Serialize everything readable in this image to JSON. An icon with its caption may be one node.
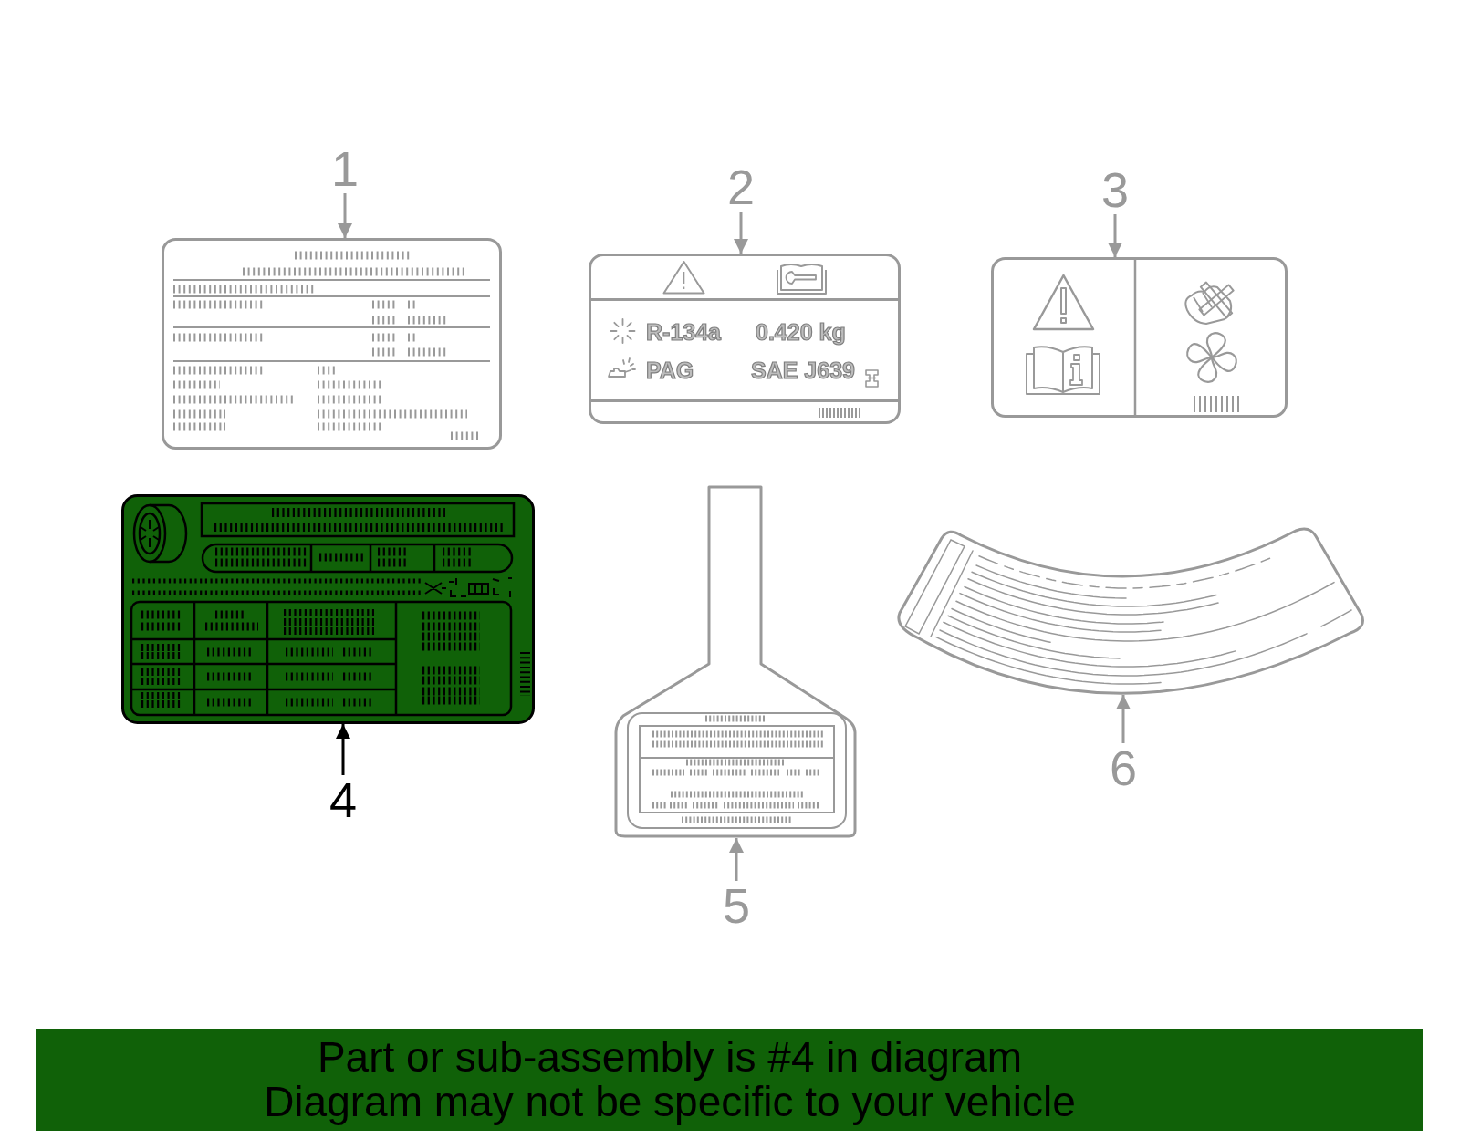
{
  "diagram": {
    "nodes": [
      {
        "text": [
          "1"
        ]
      },
      {
        "text": [],
        "shape": "picture"
      },
      {
        "text": [
          "2"
        ]
      },
      {
        "text": [
          "R-134a",
          "0.420 kg",
          "PAG",
          "SAE J639"
        ]
      },
      {
        "text": [
          "3"
        ]
      },
      {
        "text": [],
        "shape": "picture"
      },
      {
        "text": [],
        "shape": "picture"
      },
      {
        "text": [
          "4"
        ]
      },
      {
        "text": [],
        "shape": "picture"
      },
      {
        "text": [
          "5"
        ]
      },
      {
        "text": [],
        "shape": "picture"
      },
      {
        "text": [
          "6"
        ]
      },
      {
        "text": [
          "Part or sub-assembly is #4 in diagram",
          "Diagram may not be specific to your vehicle"
        ]
      }
    ],
    "edges": [
      {
        "from": 0,
        "to": 1,
        "arrow": "to"
      },
      {
        "from": 2,
        "to": 3,
        "arrow": "to"
      },
      {
        "from": 4,
        "to": 5,
        "arrow": "to"
      },
      {
        "from": 7,
        "to": 6,
        "arrow": "to",
        "color": "#000000"
      },
      {
        "from": 9,
        "to": 8,
        "arrow": "to"
      },
      {
        "from": 11,
        "to": 10,
        "arrow": "to"
      }
    ]
  }
}
